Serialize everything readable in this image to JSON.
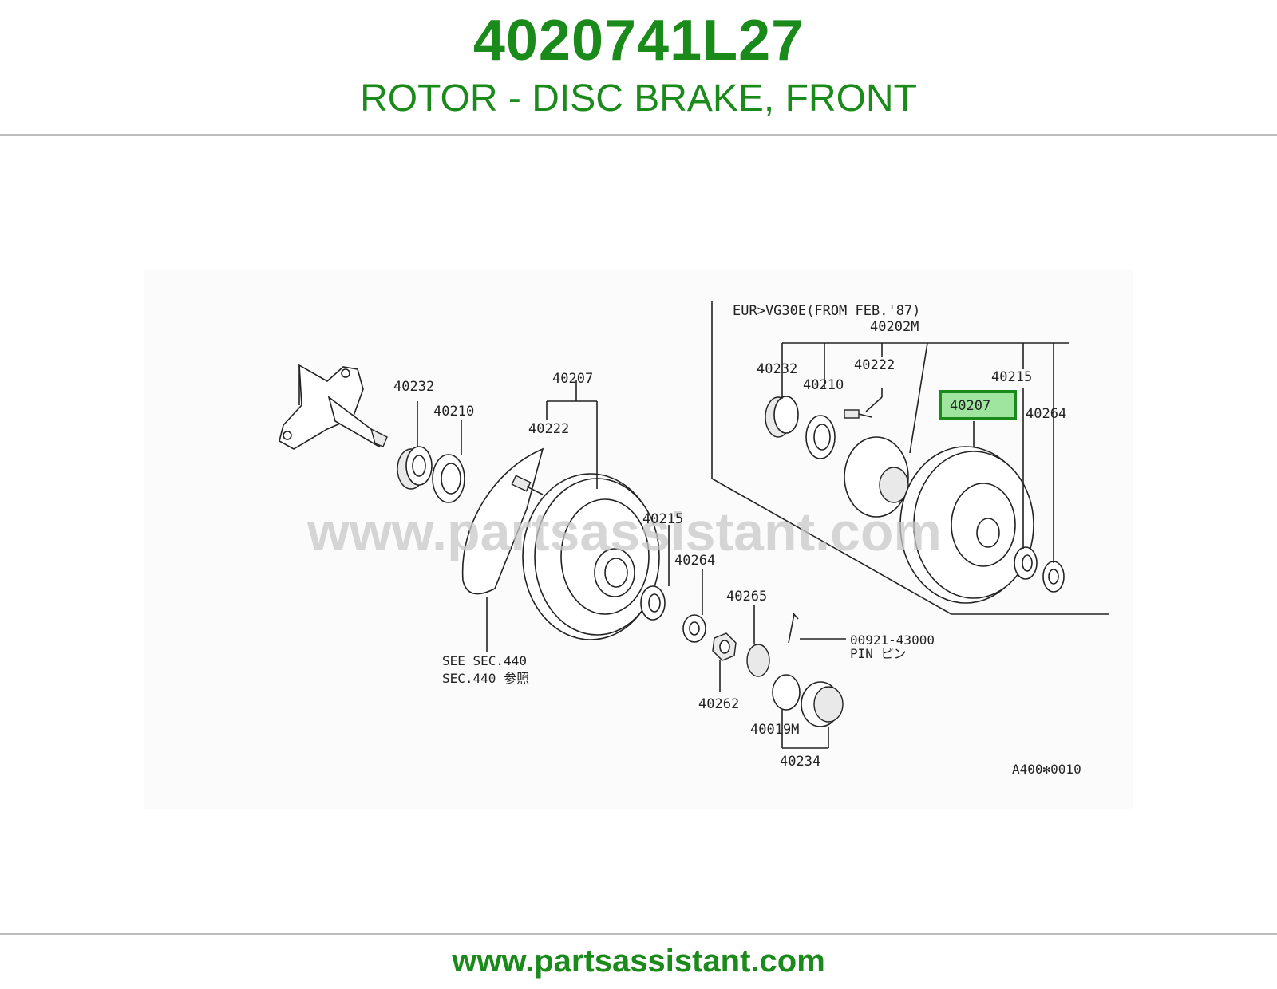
{
  "header": {
    "part_number": "4020741L27",
    "part_name": "ROTOR - DISC BRAKE, FRONT"
  },
  "diagram": {
    "watermark": "www.partsassistant.com",
    "inset_note": "EUR>VG30E(FROM FEB.'87)",
    "figure_code": "A400✻0010",
    "see_section": [
      "SEE SEC.440",
      "SEC.440 参照"
    ],
    "pin_note": [
      "00921-43000",
      "PIN ピン"
    ],
    "highlight_color": "#9fe59f",
    "highlight_border": "#1a8a1a",
    "labels": {
      "l40232": "40232",
      "l40210": "40210",
      "l40207": "40207",
      "l40222": "40222",
      "l40215": "40215",
      "l40264": "40264",
      "l40265": "40265",
      "l40262": "40262",
      "l40019M": "40019M",
      "l40234": "40234",
      "r40202M": "40202M",
      "r40232": "40232",
      "r40222": "40222",
      "r40210": "40210",
      "r40215": "40215",
      "r40207": "40207",
      "r40264": "40264"
    }
  },
  "footer": {
    "site": "www.partsassistant.com"
  }
}
